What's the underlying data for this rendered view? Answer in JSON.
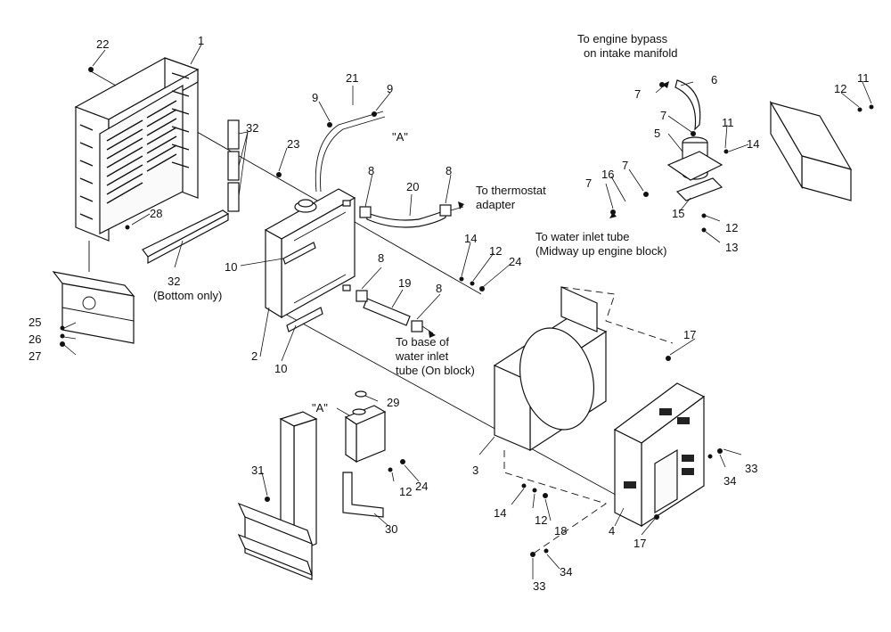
{
  "labels": [
    {
      "id": "1",
      "text": "1"
    },
    {
      "id": "2",
      "text": "2"
    },
    {
      "id": "3",
      "text": "3"
    },
    {
      "id": "4",
      "text": "4"
    },
    {
      "id": "5",
      "text": "5"
    },
    {
      "id": "6",
      "text": "6"
    },
    {
      "id": "7a",
      "text": "7"
    },
    {
      "id": "7b",
      "text": "7"
    },
    {
      "id": "7c",
      "text": "7"
    },
    {
      "id": "7d",
      "text": "7"
    },
    {
      "id": "8a",
      "text": "8"
    },
    {
      "id": "8b",
      "text": "8"
    },
    {
      "id": "8c",
      "text": "8"
    },
    {
      "id": "8d",
      "text": "8"
    },
    {
      "id": "9a",
      "text": "9"
    },
    {
      "id": "9b",
      "text": "9"
    },
    {
      "id": "10a",
      "text": "10"
    },
    {
      "id": "10b",
      "text": "10"
    },
    {
      "id": "11a",
      "text": "11"
    },
    {
      "id": "11b",
      "text": "11"
    },
    {
      "id": "12a",
      "text": "12"
    },
    {
      "id": "12b",
      "text": "12"
    },
    {
      "id": "12c",
      "text": "12"
    },
    {
      "id": "12d",
      "text": "12"
    },
    {
      "id": "12e",
      "text": "12"
    },
    {
      "id": "13",
      "text": "13"
    },
    {
      "id": "14a",
      "text": "14"
    },
    {
      "id": "14b",
      "text": "14"
    },
    {
      "id": "14c",
      "text": "14"
    },
    {
      "id": "15",
      "text": "15"
    },
    {
      "id": "16",
      "text": "16"
    },
    {
      "id": "17a",
      "text": "17"
    },
    {
      "id": "17b",
      "text": "17"
    },
    {
      "id": "18",
      "text": "18"
    },
    {
      "id": "19",
      "text": "19"
    },
    {
      "id": "20",
      "text": "20"
    },
    {
      "id": "21",
      "text": "21"
    },
    {
      "id": "22",
      "text": "22"
    },
    {
      "id": "23",
      "text": "23"
    },
    {
      "id": "24a",
      "text": "24"
    },
    {
      "id": "24b",
      "text": "24"
    },
    {
      "id": "25",
      "text": "25"
    },
    {
      "id": "26",
      "text": "26"
    },
    {
      "id": "27",
      "text": "27"
    },
    {
      "id": "28",
      "text": "28"
    },
    {
      "id": "29",
      "text": "29"
    },
    {
      "id": "30",
      "text": "30"
    },
    {
      "id": "31",
      "text": "31"
    },
    {
      "id": "32a",
      "text": "32"
    },
    {
      "id": "32b",
      "text": "32"
    },
    {
      "id": "33a",
      "text": "33"
    },
    {
      "id": "33b",
      "text": "33"
    },
    {
      "id": "34a",
      "text": "34"
    },
    {
      "id": "34b",
      "text": "34"
    },
    {
      "id": "Aa",
      "text": "\"A\""
    },
    {
      "id": "Ab",
      "text": "\"A\""
    }
  ],
  "notes": {
    "bypass_line1": "To engine bypass",
    "bypass_line2": "on intake manifold",
    "thermostat_line1": "To thermostat",
    "thermostat_line2": "adapter",
    "inlet_line1": "To water inlet tube",
    "inlet_line2": "(Midway up engine block)",
    "base_line1": "To base of",
    "base_line2": "water inlet",
    "base_line3": "tube (On block)",
    "bottom_only": "(Bottom only)"
  }
}
